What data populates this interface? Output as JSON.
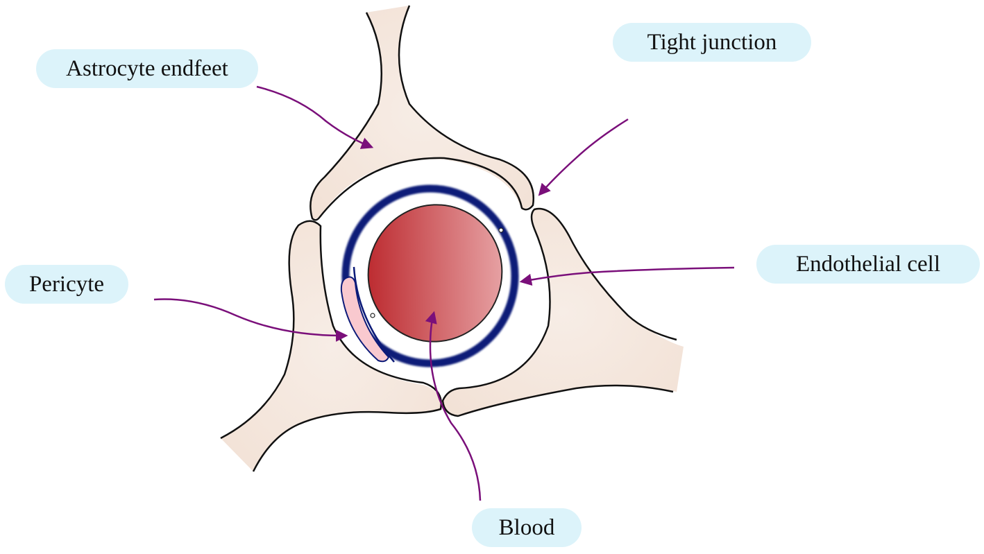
{
  "labels": {
    "astrocyte": "Astrocyte endfeet",
    "tight_junction": "Tight junction",
    "endothelial": "Endothelial cell",
    "pericyte": "Pericyte",
    "blood": "Blood"
  },
  "colors": {
    "astrocyte_fill": "#f5e8de",
    "endothelial_ring": "#0c1a78",
    "blood": "#c0393b",
    "pericyte": "#f9c9cf",
    "arrow": "#7a0f7a",
    "label_bg": "#dcf3fa"
  }
}
